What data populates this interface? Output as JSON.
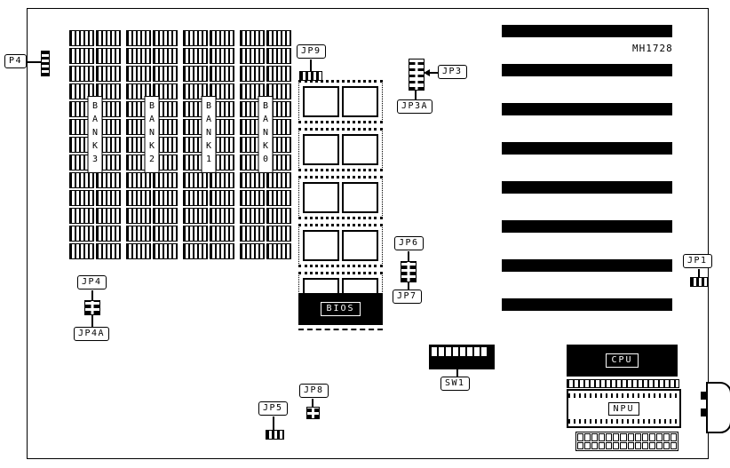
{
  "board": {
    "part_number": "MH1728"
  },
  "banks": [
    {
      "label": "BANK3"
    },
    {
      "label": "BANK2"
    },
    {
      "label": "BANK1"
    },
    {
      "label": "BANK0"
    }
  ],
  "memory": {
    "chips_per_bank": 26
  },
  "chip_array": {
    "rows": 5,
    "cols": 2
  },
  "bios": {
    "label": "BIOS"
  },
  "cpu": {
    "label": "CPU"
  },
  "npu": {
    "label": "NPU"
  },
  "dip_switch": {
    "label": "SW1",
    "positions": 8
  },
  "expansion_slots": {
    "count": 8
  },
  "io_connector": {
    "pins": 28
  },
  "connectors": {
    "p4": {
      "label": "P4"
    },
    "jp1": {
      "label": "JP1"
    },
    "jp3": {
      "label": "JP3"
    },
    "jp3a": {
      "label": "JP3A"
    },
    "jp4": {
      "label": "JP4"
    },
    "jp4a": {
      "label": "JP4A"
    },
    "jp5": {
      "label": "JP5"
    },
    "jp6": {
      "label": "JP6"
    },
    "jp7": {
      "label": "JP7"
    },
    "jp8": {
      "label": "JP8"
    },
    "jp9": {
      "label": "JP9"
    }
  },
  "colors": {
    "ink": "#000000",
    "background": "#ffffff"
  }
}
